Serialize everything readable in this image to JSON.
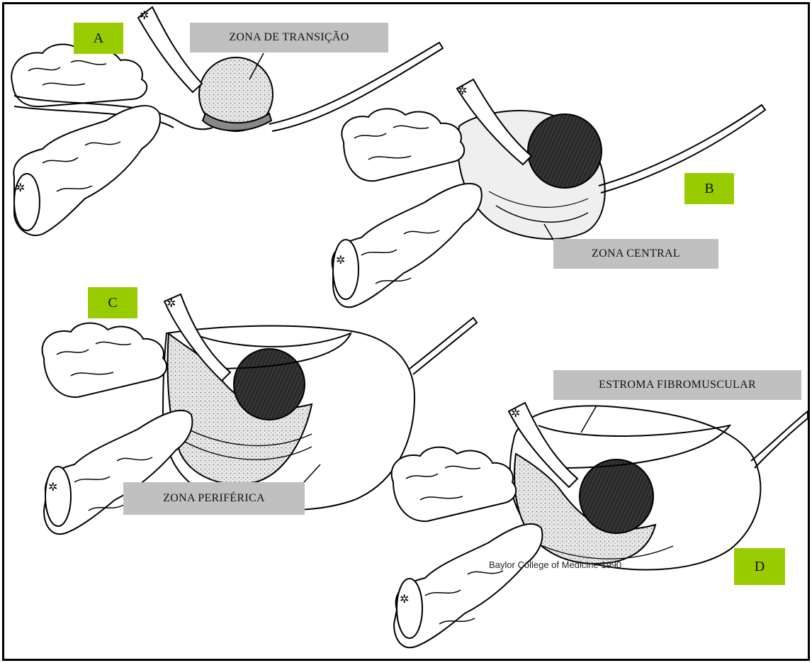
{
  "panels": {
    "a": {
      "letter": "A",
      "letter_color": "#99cc00"
    },
    "b": {
      "letter": "B",
      "letter_color": "#99cc00"
    },
    "c": {
      "letter": "C",
      "letter_color": "#99cc00"
    },
    "d": {
      "letter": "D",
      "letter_color": "#99cc00"
    }
  },
  "labels": {
    "transition_zone": "ZONA DE TRANSIÇÃO",
    "central_zone": "ZONA CENTRAL",
    "peripheral_zone": "ZONA PERIFÉRICA",
    "fibromuscular_stroma": "ESTROMA FIBROMUSCULAR",
    "label_color": "#c0c0c0"
  },
  "credit": "Baylor College of Medicine 1990"
}
